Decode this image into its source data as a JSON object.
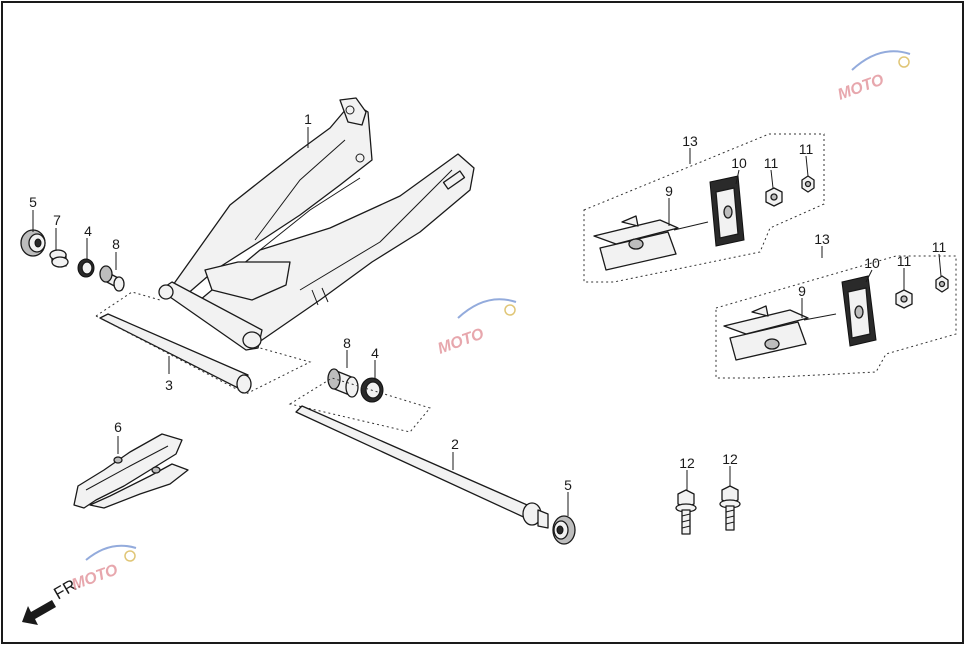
{
  "callouts": {
    "c1": "1",
    "c2": "2",
    "c3": "3",
    "c4a": "4",
    "c4b": "4",
    "c5a": "5",
    "c5b": "5",
    "c6": "6",
    "c7": "7",
    "c8a": "8",
    "c8b": "8",
    "c9a": "9",
    "c9b": "9",
    "c10a": "10",
    "c10b": "10",
    "c11a": "11",
    "c11b": "11",
    "c11c": "11",
    "c11d": "11",
    "c12a": "12",
    "c12b": "12",
    "c13a": "13",
    "c13b": "13"
  },
  "direction_label": "FR.",
  "watermark": {
    "text": "MOTO",
    "color": "#e08a92",
    "accent": "#6f8fd1"
  }
}
